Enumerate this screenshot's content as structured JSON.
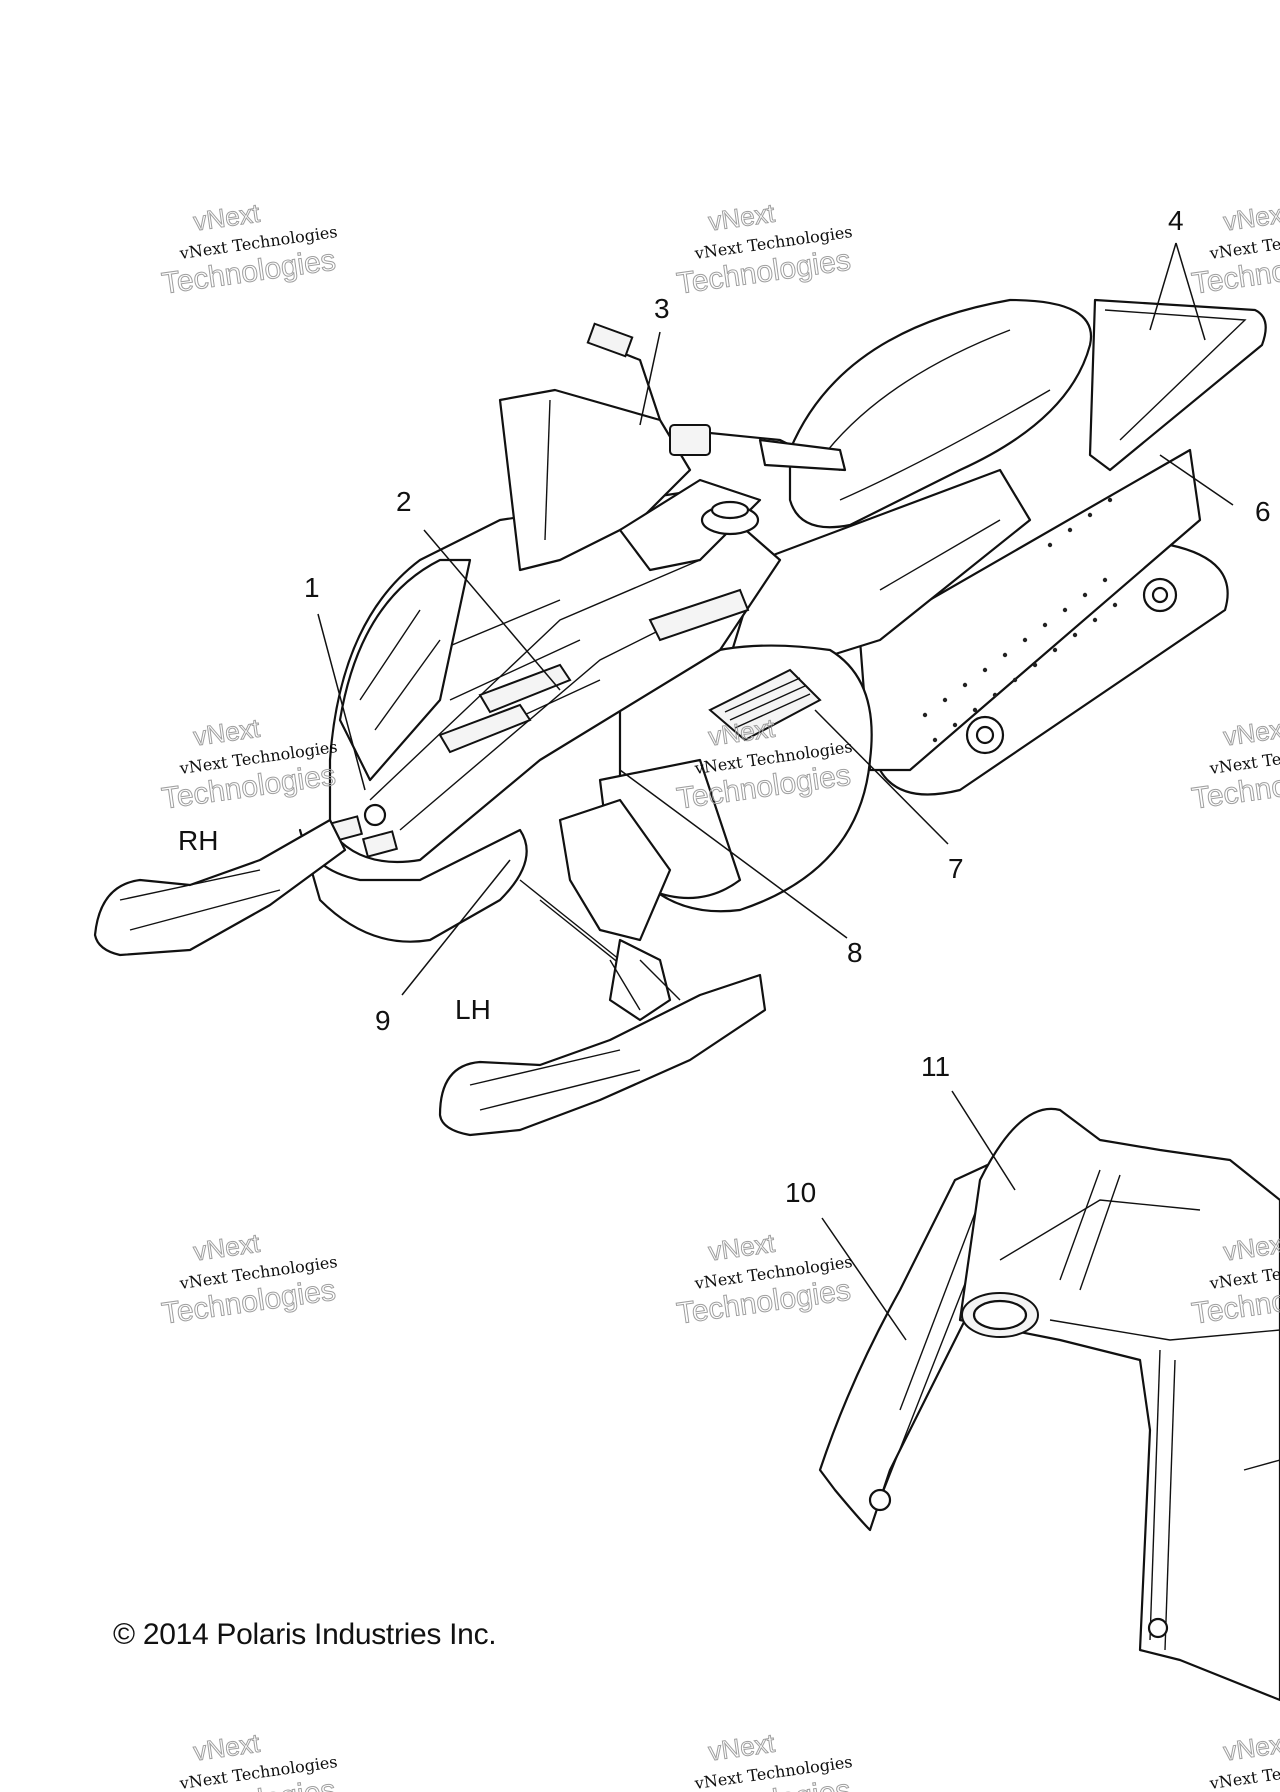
{
  "callouts": {
    "c1": "1",
    "c2": "2",
    "c3": "3",
    "c4": "4",
    "c6": "6",
    "c7": "7",
    "c8": "8",
    "c9": "9",
    "c10": "10",
    "c11": "11"
  },
  "side_labels": {
    "rh": "RH",
    "lh": "LH"
  },
  "watermark": {
    "company": "vNext Technologies",
    "word_top": "vNext",
    "word_bottom": "Technologies"
  },
  "copyright": "© 2014 Polaris Industries Inc."
}
